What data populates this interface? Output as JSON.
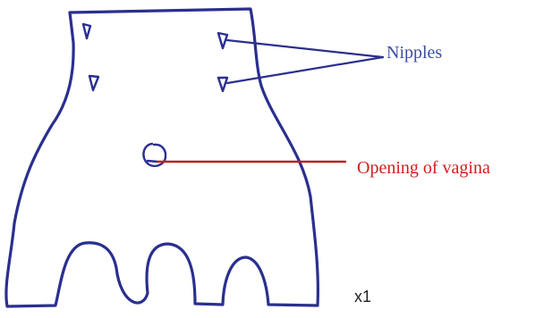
{
  "diagram": {
    "labels": {
      "nipples": "Nipples",
      "vagina_opening": "Opening of vagina",
      "scale": "x1"
    },
    "colors": {
      "outline": "#2a2f8f",
      "nipples_label": "#3a4ea8",
      "vagina_label": "#d01f1f",
      "scale_label": "#222222"
    },
    "counts": {
      "nipples": 4
    }
  }
}
